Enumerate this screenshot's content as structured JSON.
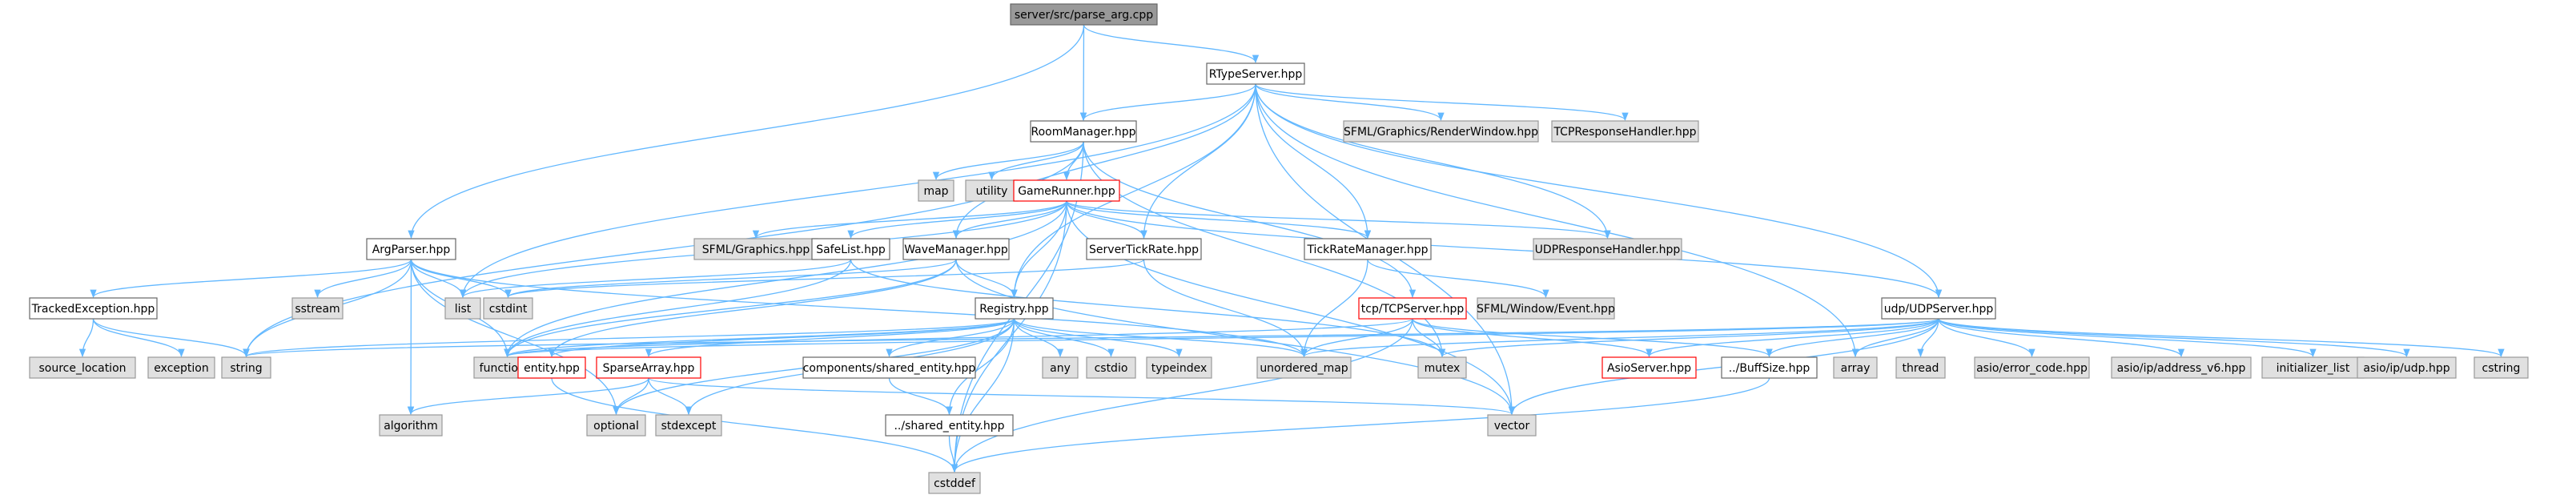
{
  "colors": {
    "edge": "#63b8ff",
    "root_fill": "#999999",
    "root_border": "#666666",
    "doc_fill": "#ffffff",
    "doc_border": "#666666",
    "ext_fill": "#e0e0e0",
    "ext_border": "#999999",
    "red_border": "#ff0000"
  },
  "nodes": [
    {
      "id": "parse_arg",
      "label": "server/src/parse_arg.cpp",
      "kind": "root"
    },
    {
      "id": "rtypeserver",
      "label": "RTypeServer.hpp",
      "kind": "doc"
    },
    {
      "id": "roommanager",
      "label": "RoomManager.hpp",
      "kind": "doc"
    },
    {
      "id": "sfml_rw",
      "label": "SFML/Graphics/RenderWindow.hpp",
      "kind": "ext"
    },
    {
      "id": "tcpresp",
      "label": "TCPResponseHandler.hpp",
      "kind": "ext"
    },
    {
      "id": "map",
      "label": "map",
      "kind": "ext"
    },
    {
      "id": "utility",
      "label": "utility",
      "kind": "ext"
    },
    {
      "id": "gamerunner",
      "label": "GameRunner.hpp",
      "kind": "red"
    },
    {
      "id": "sfml_graphics",
      "label": "SFML/Graphics.hpp",
      "kind": "ext"
    },
    {
      "id": "udpresp",
      "label": "UDPResponseHandler.hpp",
      "kind": "ext"
    },
    {
      "id": "argparser",
      "label": "ArgParser.hpp",
      "kind": "doc"
    },
    {
      "id": "safelist",
      "label": "SafeList.hpp",
      "kind": "doc"
    },
    {
      "id": "wavemanager",
      "label": "WaveManager.hpp",
      "kind": "doc"
    },
    {
      "id": "servertickrate",
      "label": "ServerTickRate.hpp",
      "kind": "doc"
    },
    {
      "id": "tickratemanager",
      "label": "TickRateManager.hpp",
      "kind": "doc"
    },
    {
      "id": "sfml_event",
      "label": "SFML/Window/Event.hpp",
      "kind": "ext"
    },
    {
      "id": "udpserver",
      "label": "udp/UDPServer.hpp",
      "kind": "doc"
    },
    {
      "id": "trackedexc",
      "label": "TrackedException.hpp",
      "kind": "doc"
    },
    {
      "id": "sstream",
      "label": "sstream",
      "kind": "ext"
    },
    {
      "id": "list",
      "label": "list",
      "kind": "ext"
    },
    {
      "id": "cstdint",
      "label": "cstdint",
      "kind": "ext"
    },
    {
      "id": "registry",
      "label": "Registry.hpp",
      "kind": "doc"
    },
    {
      "id": "tcpserver",
      "label": "tcp/TCPServer.hpp",
      "kind": "red"
    },
    {
      "id": "source_location",
      "label": "source_location",
      "kind": "ext"
    },
    {
      "id": "exception",
      "label": "exception",
      "kind": "ext"
    },
    {
      "id": "string",
      "label": "string",
      "kind": "ext"
    },
    {
      "id": "functional",
      "label": "functional",
      "kind": "ext"
    },
    {
      "id": "entity",
      "label": "entity.hpp",
      "kind": "red"
    },
    {
      "id": "sparsearray",
      "label": "SparseArray.hpp",
      "kind": "red"
    },
    {
      "id": "comp_shared",
      "label": "components/shared_entity.hpp",
      "kind": "doc"
    },
    {
      "id": "any",
      "label": "any",
      "kind": "ext"
    },
    {
      "id": "cstdio",
      "label": "cstdio",
      "kind": "ext"
    },
    {
      "id": "typeindex",
      "label": "typeindex",
      "kind": "ext"
    },
    {
      "id": "unordered_map",
      "label": "unordered_map",
      "kind": "ext"
    },
    {
      "id": "mutex",
      "label": "mutex",
      "kind": "ext"
    },
    {
      "id": "asioserver",
      "label": "AsioServer.hpp",
      "kind": "red"
    },
    {
      "id": "buffsize",
      "label": "../BuffSize.hpp",
      "kind": "doc"
    },
    {
      "id": "array",
      "label": "array",
      "kind": "ext"
    },
    {
      "id": "thread",
      "label": "thread",
      "kind": "ext"
    },
    {
      "id": "asio_error",
      "label": "asio/error_code.hpp",
      "kind": "ext"
    },
    {
      "id": "asio_addr",
      "label": "asio/ip/address_v6.hpp",
      "kind": "ext"
    },
    {
      "id": "init_list",
      "label": "initializer_list",
      "kind": "ext"
    },
    {
      "id": "asio_udp",
      "label": "asio/ip/udp.hpp",
      "kind": "ext"
    },
    {
      "id": "cstring",
      "label": "cstring",
      "kind": "ext"
    },
    {
      "id": "algorithm",
      "label": "algorithm",
      "kind": "ext"
    },
    {
      "id": "optional",
      "label": "optional",
      "kind": "ext"
    },
    {
      "id": "stdexcept",
      "label": "stdexcept",
      "kind": "ext"
    },
    {
      "id": "shared_entity",
      "label": "../shared_entity.hpp",
      "kind": "doc"
    },
    {
      "id": "vector",
      "label": "vector",
      "kind": "ext"
    },
    {
      "id": "cstddef",
      "label": "cstddef",
      "kind": "ext"
    }
  ],
  "edges": [
    [
      "parse_arg",
      "rtypeserver"
    ],
    [
      "parse_arg",
      "roommanager"
    ],
    [
      "parse_arg",
      "argparser"
    ],
    [
      "rtypeserver",
      "roommanager"
    ],
    [
      "rtypeserver",
      "sfml_rw"
    ],
    [
      "rtypeserver",
      "tcpresp"
    ],
    [
      "rtypeserver",
      "udpresp"
    ],
    [
      "rtypeserver",
      "list"
    ],
    [
      "rtypeserver",
      "wavemanager"
    ],
    [
      "rtypeserver",
      "servertickrate"
    ],
    [
      "rtypeserver",
      "tickratemanager"
    ],
    [
      "rtypeserver",
      "registry"
    ],
    [
      "rtypeserver",
      "udpserver"
    ],
    [
      "rtypeserver",
      "array"
    ],
    [
      "rtypeserver",
      "vector"
    ],
    [
      "roommanager",
      "map"
    ],
    [
      "roommanager",
      "utility"
    ],
    [
      "roommanager",
      "gamerunner"
    ],
    [
      "roommanager",
      "tcpserver"
    ],
    [
      "roommanager",
      "string"
    ],
    [
      "roommanager",
      "mutex"
    ],
    [
      "roommanager",
      "cstddef"
    ],
    [
      "gamerunner",
      "sfml_graphics"
    ],
    [
      "gamerunner",
      "udpresp"
    ],
    [
      "gamerunner",
      "safelist"
    ],
    [
      "gamerunner",
      "wavemanager"
    ],
    [
      "gamerunner",
      "servertickrate"
    ],
    [
      "gamerunner",
      "tickratemanager"
    ],
    [
      "gamerunner",
      "registry"
    ],
    [
      "gamerunner",
      "udpserver"
    ],
    [
      "gamerunner",
      "functional"
    ],
    [
      "gamerunner",
      "cstddef"
    ],
    [
      "gamerunner",
      "vector"
    ],
    [
      "gamerunner",
      "list"
    ],
    [
      "argparser",
      "trackedexc"
    ],
    [
      "argparser",
      "sstream"
    ],
    [
      "argparser",
      "list"
    ],
    [
      "argparser",
      "cstdint"
    ],
    [
      "argparser",
      "string"
    ],
    [
      "argparser",
      "functional"
    ],
    [
      "argparser",
      "algorithm"
    ],
    [
      "argparser",
      "optional"
    ],
    [
      "argparser",
      "unordered_map"
    ],
    [
      "safelist",
      "list"
    ],
    [
      "safelist",
      "mutex"
    ],
    [
      "safelist",
      "functional"
    ],
    [
      "wavemanager",
      "registry"
    ],
    [
      "wavemanager",
      "cstdint"
    ],
    [
      "wavemanager",
      "functional"
    ],
    [
      "wavemanager",
      "entity"
    ],
    [
      "wavemanager",
      "vector"
    ],
    [
      "servertickrate",
      "cstdint"
    ],
    [
      "servertickrate",
      "unordered_map"
    ],
    [
      "tickratemanager",
      "sfml_event"
    ],
    [
      "tickratemanager",
      "unordered_map"
    ],
    [
      "trackedexc",
      "source_location"
    ],
    [
      "trackedexc",
      "exception"
    ],
    [
      "trackedexc",
      "string"
    ],
    [
      "registry",
      "string"
    ],
    [
      "registry",
      "functional"
    ],
    [
      "registry",
      "entity"
    ],
    [
      "registry",
      "sparsearray"
    ],
    [
      "registry",
      "comp_shared"
    ],
    [
      "registry",
      "any"
    ],
    [
      "registry",
      "cstdio"
    ],
    [
      "registry",
      "typeindex"
    ],
    [
      "registry",
      "unordered_map"
    ],
    [
      "registry",
      "shared_entity"
    ],
    [
      "registry",
      "stdexcept"
    ],
    [
      "registry",
      "optional"
    ],
    [
      "registry",
      "cstddef"
    ],
    [
      "entity",
      "cstddef"
    ],
    [
      "sparsearray",
      "algorithm"
    ],
    [
      "sparsearray",
      "optional"
    ],
    [
      "sparsearray",
      "stdexcept"
    ],
    [
      "sparsearray",
      "vector"
    ],
    [
      "comp_shared",
      "shared_entity"
    ],
    [
      "shared_entity",
      "cstddef"
    ],
    [
      "tcpserver",
      "functional"
    ],
    [
      "tcpserver",
      "unordered_map"
    ],
    [
      "tcpserver",
      "mutex"
    ],
    [
      "tcpserver",
      "asioserver"
    ],
    [
      "tcpserver",
      "buffsize"
    ],
    [
      "tcpserver",
      "cstddef"
    ],
    [
      "udpserver",
      "mutex"
    ],
    [
      "udpserver",
      "unordered_map"
    ],
    [
      "udpserver",
      "asioserver"
    ],
    [
      "udpserver",
      "buffsize"
    ],
    [
      "udpserver",
      "array"
    ],
    [
      "udpserver",
      "thread"
    ],
    [
      "udpserver",
      "asio_error"
    ],
    [
      "udpserver",
      "asio_addr"
    ],
    [
      "udpserver",
      "init_list"
    ],
    [
      "udpserver",
      "asio_udp"
    ],
    [
      "udpserver",
      "cstring"
    ],
    [
      "udpserver",
      "string"
    ],
    [
      "udpserver",
      "vector"
    ],
    [
      "udpserver",
      "functional"
    ],
    [
      "buffsize",
      "cstddef"
    ]
  ]
}
